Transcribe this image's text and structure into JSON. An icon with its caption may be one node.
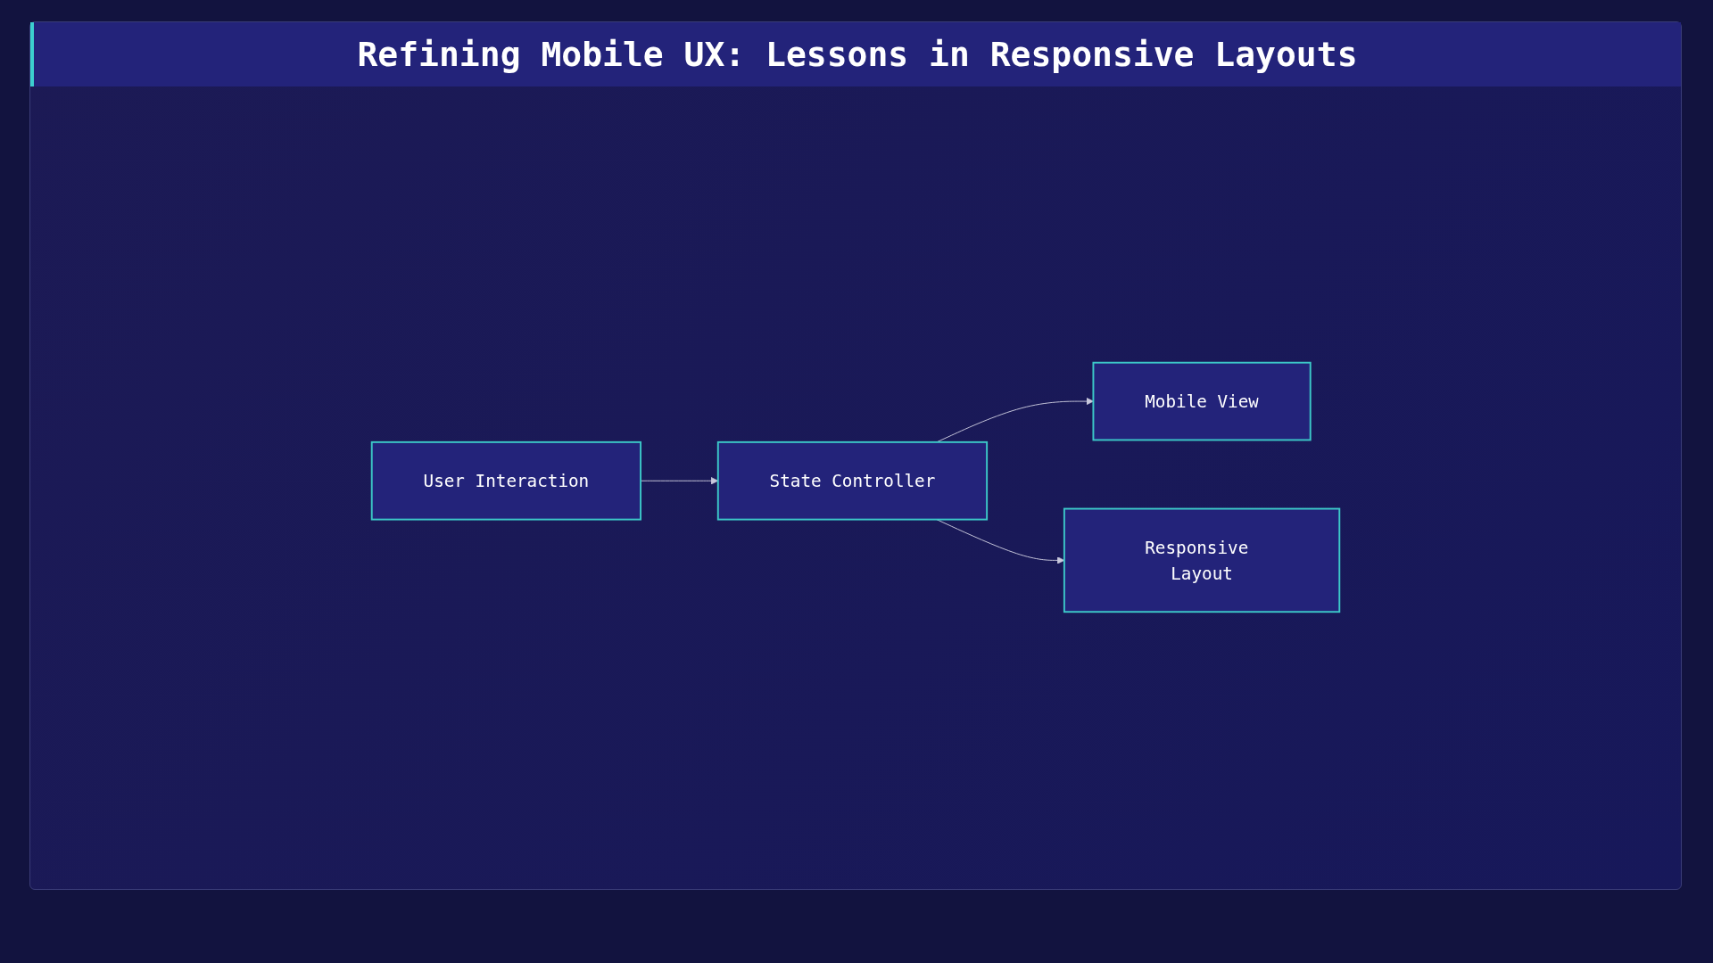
{
  "diagram": {
    "title": "Refining Mobile UX: Lessons in Responsive Layouts",
    "nodes": [
      {
        "text": [
          "User Interaction"
        ]
      },
      {
        "text": [
          "State Controller"
        ]
      },
      {
        "text": [
          "Mobile View"
        ]
      },
      {
        "text": [
          "Responsive Layout"
        ]
      }
    ],
    "edges": [
      {
        "from": 0,
        "to": 1,
        "arrow": "to"
      },
      {
        "from": 1,
        "to": 2,
        "arrow": "to"
      },
      {
        "from": 1,
        "to": 3,
        "arrow": "to"
      }
    ]
  }
}
